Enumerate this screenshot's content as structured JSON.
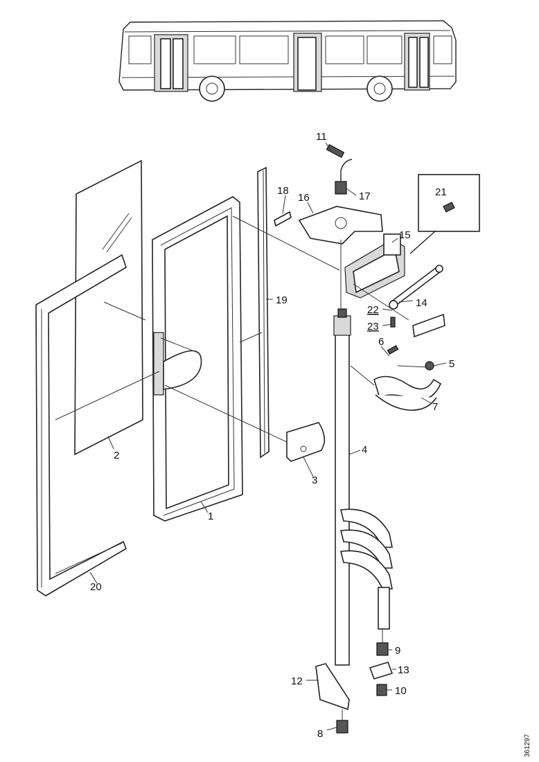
{
  "diagram": {
    "reference_code": "361297",
    "callouts": [
      {
        "id": "c1",
        "text": "1"
      },
      {
        "id": "c2",
        "text": "2"
      },
      {
        "id": "c3",
        "text": "3"
      },
      {
        "id": "c4",
        "text": "4"
      },
      {
        "id": "c5",
        "text": "5"
      },
      {
        "id": "c6",
        "text": "6"
      },
      {
        "id": "c7",
        "text": "7"
      },
      {
        "id": "c8",
        "text": "8"
      },
      {
        "id": "c9",
        "text": "9"
      },
      {
        "id": "c10",
        "text": "10"
      },
      {
        "id": "c11",
        "text": "11"
      },
      {
        "id": "c12",
        "text": "12"
      },
      {
        "id": "c13",
        "text": "13"
      },
      {
        "id": "c14",
        "text": "14"
      },
      {
        "id": "c15",
        "text": "15"
      },
      {
        "id": "c16",
        "text": "16"
      },
      {
        "id": "c17",
        "text": "17"
      },
      {
        "id": "c18",
        "text": "18"
      },
      {
        "id": "c19",
        "text": "19"
      },
      {
        "id": "c20",
        "text": "20"
      },
      {
        "id": "c21",
        "text": "21"
      },
      {
        "id": "c22",
        "text": "22"
      },
      {
        "id": "c23",
        "text": "23"
      }
    ]
  }
}
